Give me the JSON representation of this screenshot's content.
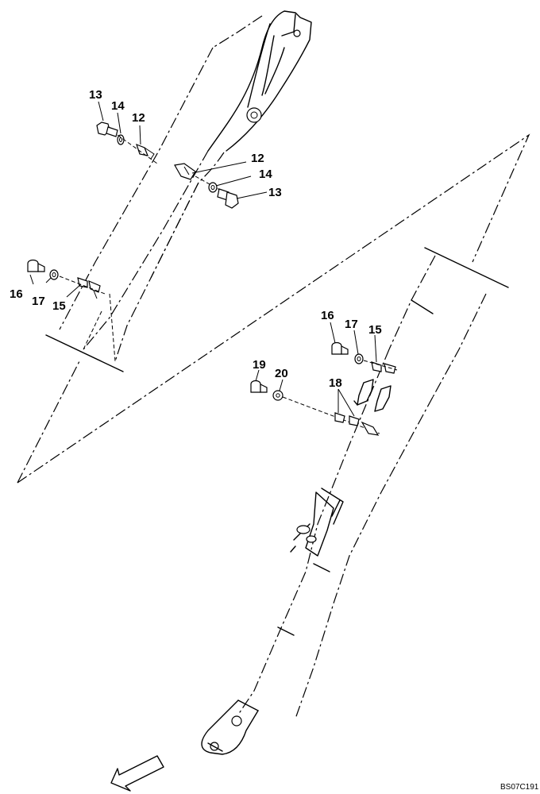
{
  "diagram": {
    "drawing_code": "BS07C191",
    "callouts": [
      {
        "id": "c13a",
        "text": "13"
      },
      {
        "id": "c14a",
        "text": "14"
      },
      {
        "id": "c12a",
        "text": "12"
      },
      {
        "id": "c12b",
        "text": "12"
      },
      {
        "id": "c14b",
        "text": "14"
      },
      {
        "id": "c13b",
        "text": "13"
      },
      {
        "id": "c16a",
        "text": "16"
      },
      {
        "id": "c17a",
        "text": "17"
      },
      {
        "id": "c15a",
        "text": "15"
      },
      {
        "id": "c16b",
        "text": "16"
      },
      {
        "id": "c17b",
        "text": "17"
      },
      {
        "id": "c15b",
        "text": "15"
      },
      {
        "id": "c19",
        "text": "19"
      },
      {
        "id": "c20",
        "text": "20"
      },
      {
        "id": "c18",
        "text": "18"
      }
    ]
  }
}
